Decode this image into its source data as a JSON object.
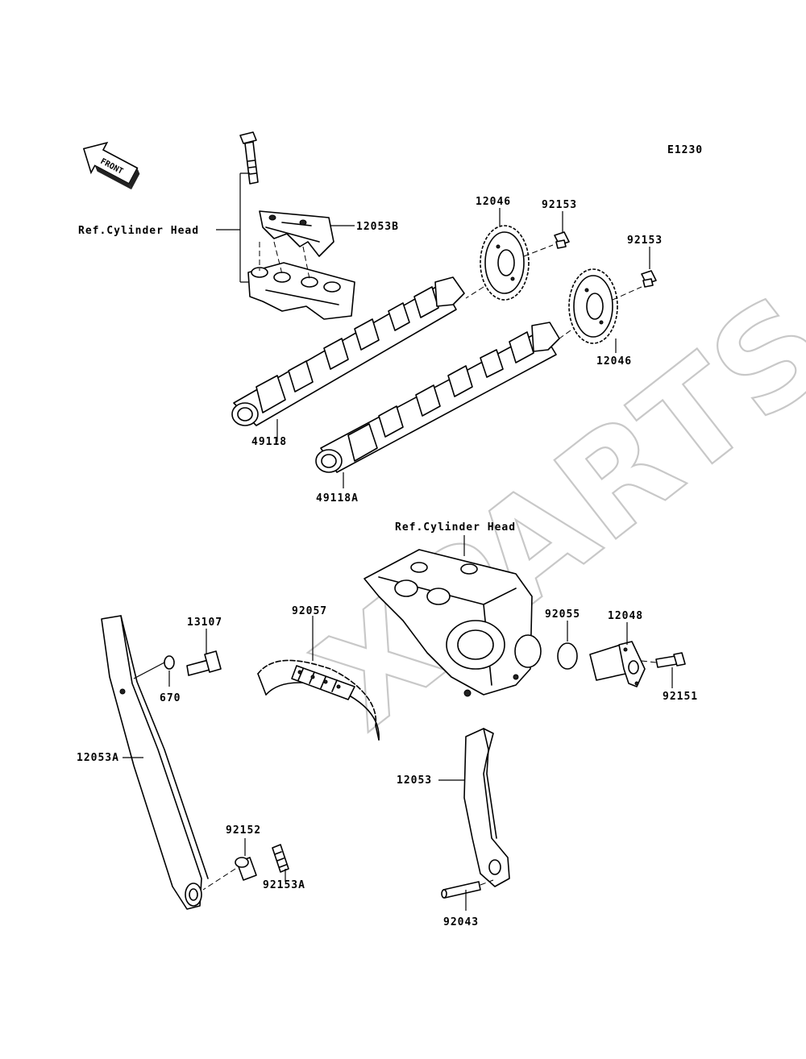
{
  "diagram": {
    "code": "E1230",
    "front_label": "FRONT",
    "ref_labels": [
      "Ref.Cylinder Head",
      "Ref.Cylinder Head"
    ],
    "watermark": "XPARTS",
    "parts": [
      "12053B",
      "12046",
      "92153",
      "92153",
      "12046",
      "49118",
      "49118A",
      "13107",
      "670",
      "92057",
      "92055",
      "12048",
      "92151",
      "12053A",
      "12053",
      "92152",
      "92153A",
      "92043"
    ]
  }
}
